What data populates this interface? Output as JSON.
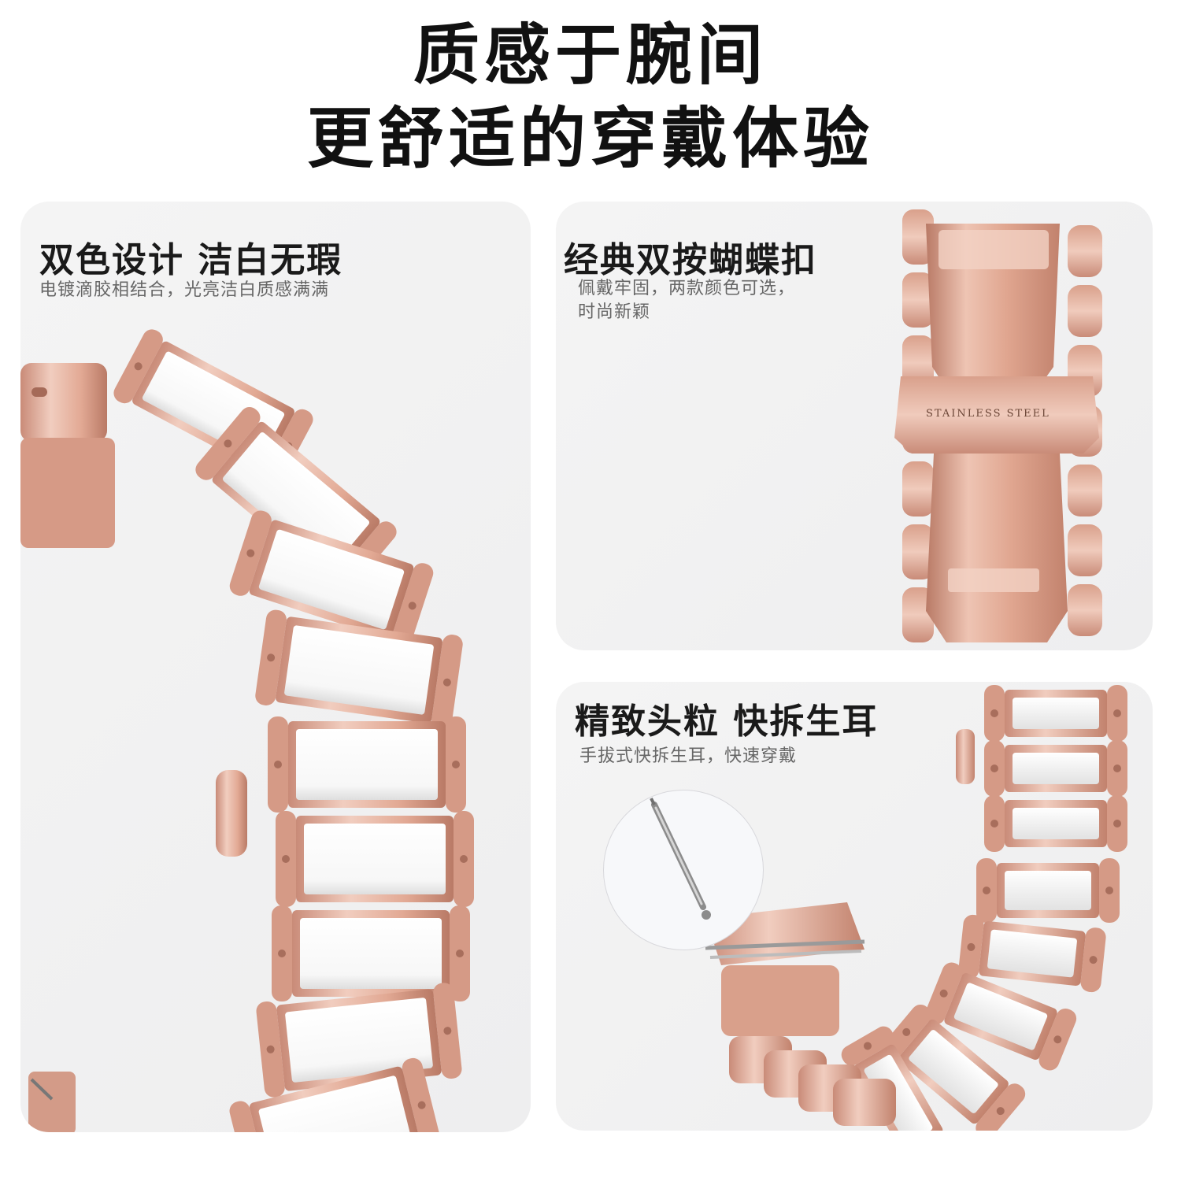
{
  "headline": {
    "line1": "质感于腕间",
    "line2": "更舒适的穿戴体验"
  },
  "cards": {
    "left": {
      "title": "双色设计  洁白无瑕",
      "subtitle": "电镀滴胶相结合，光亮洁白质感满满"
    },
    "top_right": {
      "title": "经典双按蝴蝶扣",
      "subtitle_line1": "佩戴牢固，两款颜色可选，",
      "subtitle_line2": "时尚新颖",
      "clasp_stamp": "STAINLESS STEEL"
    },
    "bottom_right": {
      "title": "精致头粒  快拆生耳",
      "subtitle": "手拔式快拆生耳，快速穿戴"
    }
  },
  "colors": {
    "rose_gold": "#e7b7a4",
    "rose_gold_dark": "#c98b78",
    "ceramic_white": "#fdfdfd",
    "card_bg": "#f1f1f2",
    "title_text": "#111111",
    "sub_text": "#666666"
  }
}
